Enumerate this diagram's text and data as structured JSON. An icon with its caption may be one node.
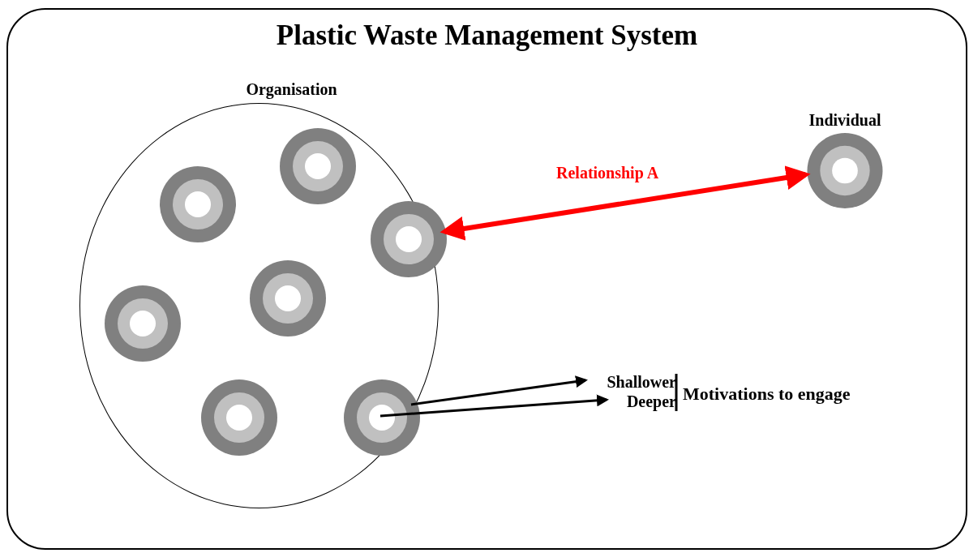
{
  "diagram": {
    "nodes": [
      {
        "text": [
          "Plastic Waste Management System"
        ]
      },
      {
        "text": [
          "Organisation"
        ],
        "in": 0
      },
      {
        "text": [],
        "shape": "circle",
        "in": 1
      },
      {
        "text": [],
        "shape": "circle",
        "in": 1
      },
      {
        "text": [],
        "shape": "circle",
        "in": 1
      },
      {
        "text": [],
        "shape": "circle",
        "in": 1
      },
      {
        "text": [],
        "shape": "circle",
        "in": 1
      },
      {
        "text": [],
        "shape": "circle",
        "in": 1
      },
      {
        "text": [],
        "shape": "circle",
        "in": 1
      },
      {
        "text": [
          "Individual"
        ],
        "in": 0
      },
      {
        "text": [
          "Shallower"
        ],
        "in": 0
      },
      {
        "text": [
          "Deeper"
        ],
        "in": 0
      }
    ],
    "edges": [
      {
        "from": 4,
        "to": 9,
        "arrow": "both",
        "label": "Relationship A",
        "style": "thick",
        "color": "#ff0000"
      },
      {
        "from": 8,
        "to": 10,
        "arrow": "to"
      },
      {
        "from": 8,
        "to": 11,
        "arrow": "to"
      }
    ],
    "labels": [
      "Motivations to engage"
    ]
  }
}
